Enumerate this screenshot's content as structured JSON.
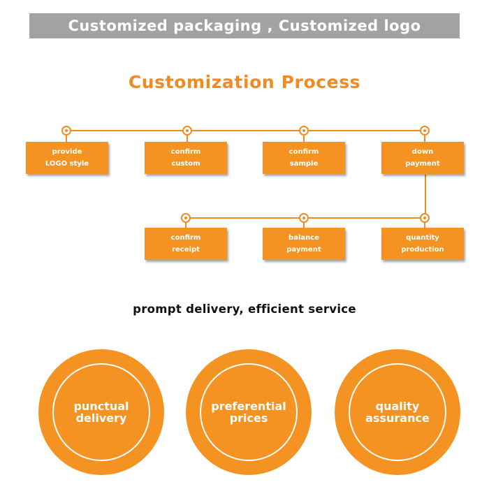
{
  "banner": {
    "text": "Customized packaging , Customized logo"
  },
  "process": {
    "title": "Customization Process",
    "steps": [
      {
        "line1": "provide",
        "line2": "LOGO style"
      },
      {
        "line1": "confirm",
        "line2": "custom"
      },
      {
        "line1": "confirm",
        "line2": "sample"
      },
      {
        "line1": "down",
        "line2": "payment"
      },
      {
        "line1": "quantity",
        "line2": "production"
      },
      {
        "line1": "balance",
        "line2": "payment"
      },
      {
        "line1": "confirm",
        "line2": "receipt"
      }
    ]
  },
  "service": {
    "title": "prompt delivery, efficient service",
    "features": [
      {
        "line1": "punctual",
        "line2": "delivery"
      },
      {
        "line1": "preferential",
        "line2": "prices"
      },
      {
        "line1": "quality",
        "line2": "assurance"
      }
    ]
  },
  "colors": {
    "accent": "#f49321",
    "banner_bg": "#a2a2a2"
  }
}
